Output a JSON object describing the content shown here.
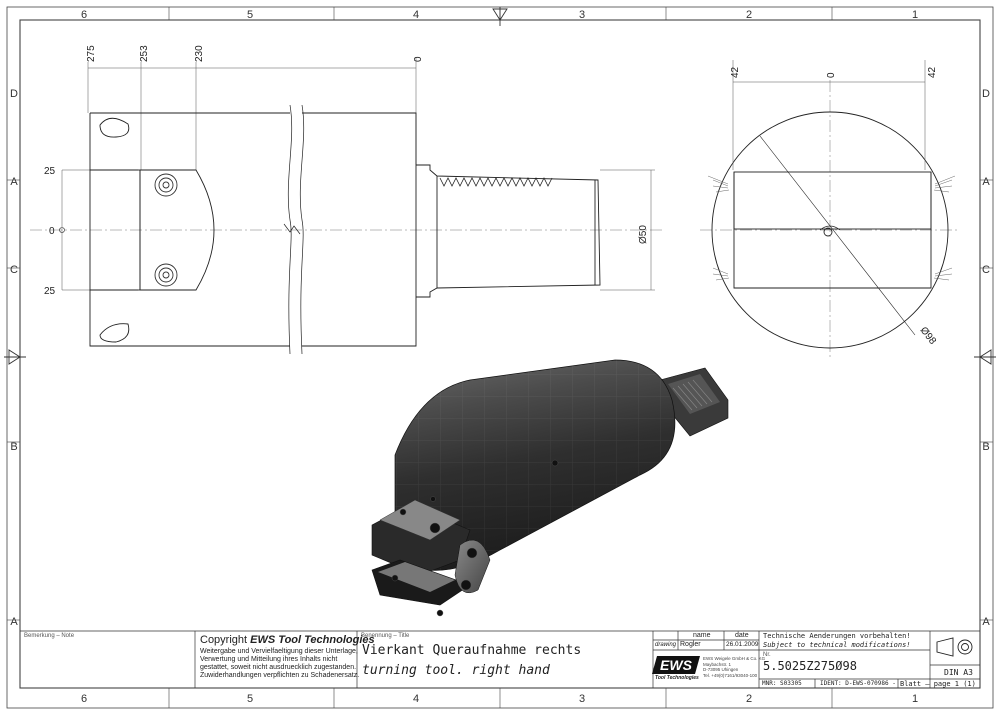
{
  "frame": {
    "columns": [
      "6",
      "5",
      "4",
      "3",
      "2",
      "1"
    ],
    "rows": [
      "D",
      "A",
      "C",
      "B",
      "A"
    ]
  },
  "dimensions": {
    "top_left": [
      "275",
      "253",
      "230",
      "0"
    ],
    "left": [
      "25",
      "0",
      "25"
    ],
    "diameter_shank": "Ø50",
    "top_right": [
      "42",
      "0",
      "42"
    ],
    "diameter_body": "Ø98"
  },
  "title_block": {
    "remark_label": "Bemerkung – Note",
    "copyright_prefix": "Copyright",
    "copyright_brand": "EWS Tool Technologies",
    "copyright_lines": [
      "Weitergabe und Vervielfaeltigung dieser Unterlage,",
      "Verwertung und Mitteilung ihres Inhalts nicht",
      "gestattet, soweit nicht ausdruecklich zugestanden.",
      "Zuwiderhandlungen verpflichten zu Schadenersatz."
    ],
    "title_label": "Benennung – Title",
    "title_de": "Vierkant Queraufnahme rechts",
    "title_en": "turning tool. right hand",
    "col_name": "name",
    "col_date": "date",
    "row_label": "drawing",
    "drawn_by": "Rogler",
    "drawn_date": "26.01.2009",
    "logo_text": "EWS",
    "logo_sub": "Tool Technologies",
    "company_lines": [
      "EWS Weigele GmbH & Co. KG",
      "Maybachstr. 1",
      "D-73095 Uhingen",
      "Tel. +49(0)7161/93040-100"
    ],
    "notice_de": "Technische Aenderungen vorbehalten!",
    "notice_en": "Subject to technical modifications!",
    "nr_label": "Nr.",
    "part_number": "5.5025Z275Ø98",
    "mnr": "MNR: S03305",
    "ident": "IDENT: D-EWS-070986 -",
    "sheet": "Blatt – page 1 (1)",
    "format": "DIN A3"
  }
}
